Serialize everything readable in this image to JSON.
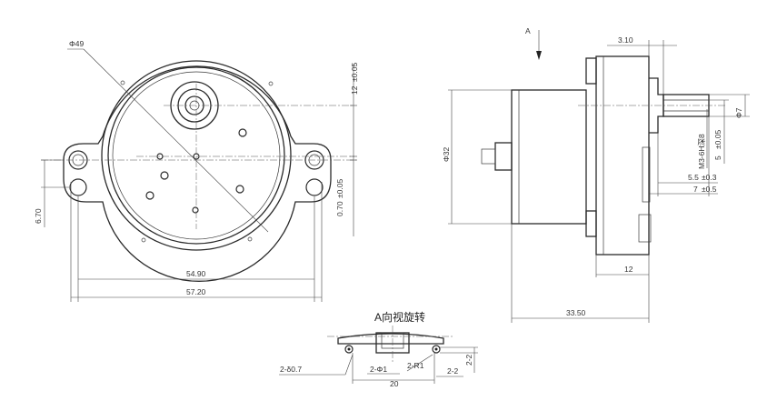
{
  "front_view": {
    "dia_label": "Φ49",
    "dim_12": "12",
    "tol_12": "±0.05",
    "dim_070": "0.70",
    "tol_070": "±0.05",
    "dim_670": "6.70",
    "dim_5490": "54.90",
    "dim_5720": "57.20"
  },
  "side_view": {
    "arrow_label": "A",
    "dim_310": "3.10",
    "dia_32": "Φ32",
    "dia_7": "Φ7",
    "shaft_label": "M3-6H深8",
    "dim_5": "5",
    "tol_5": "±0.05",
    "dim_55": "5.5",
    "tol_55": "±0.3",
    "dim_7": "7",
    "tol_7": "±0.5",
    "dim_12b": "12",
    "dim_3350": "33.50"
  },
  "a_view": {
    "title": "A向视旋转",
    "label_2r07": "2-δ0.7",
    "label_2phi1": "2-Φ1",
    "label_2r1": "2-R1",
    "label_2x2": "2-2",
    "label_20": "20",
    "label_22v": "2-2"
  }
}
